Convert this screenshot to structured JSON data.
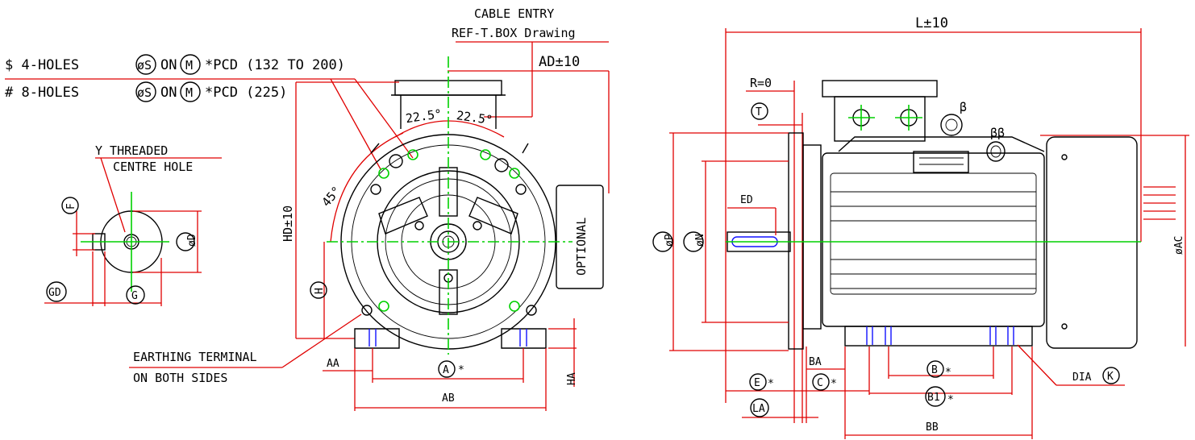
{
  "notes": {
    "holes_4": "$ 4-HOLES",
    "holes_8": "# 8-HOLES",
    "on_word": "ON",
    "holes_s": "øS",
    "holes_m": "M",
    "pcd_4": "*PCD (132 TO 200)",
    "pcd_8": "*PCD (225)",
    "cable_entry_1": "CABLE ENTRY",
    "cable_entry_2": "REF-T.BOX Drawing",
    "y_threaded_1": "Y THREADED",
    "y_threaded_2": "CENTRE HOLE",
    "earthing_1": "EARTHING TERMINAL",
    "earthing_2": "ON BOTH SIDES",
    "optional": "OPTIONAL",
    "dia_k": "DIA"
  },
  "dims": {
    "ad": "AD±10",
    "hd": "HD±10",
    "angle_22a": "22.5°",
    "angle_22b": "22.5°",
    "angle_45": "45°",
    "h": "H",
    "a": "A",
    "a_star": "*",
    "aa": "AA",
    "ab": "AB",
    "ha": "HA",
    "f": "F",
    "d": "øD",
    "gd": "GD",
    "g": "G",
    "l": "L±10",
    "r": "R=0",
    "t": "T",
    "ed": "ED",
    "p": "øP",
    "n": "øN",
    "ac": "øAC",
    "ba": "BA",
    "b": "B",
    "b_star": "*",
    "b1": "B1",
    "b1_star": "*",
    "c": "C",
    "c_star": "*",
    "e": "E",
    "e_star": "*",
    "la": "LA",
    "bb": "BB",
    "k": "K",
    "beta": "β",
    "beta2": "ββ"
  },
  "colors": {
    "dimension": "#e00000",
    "centerline": "#00d000",
    "outline": "#000000",
    "bolt": "#1010ff"
  }
}
